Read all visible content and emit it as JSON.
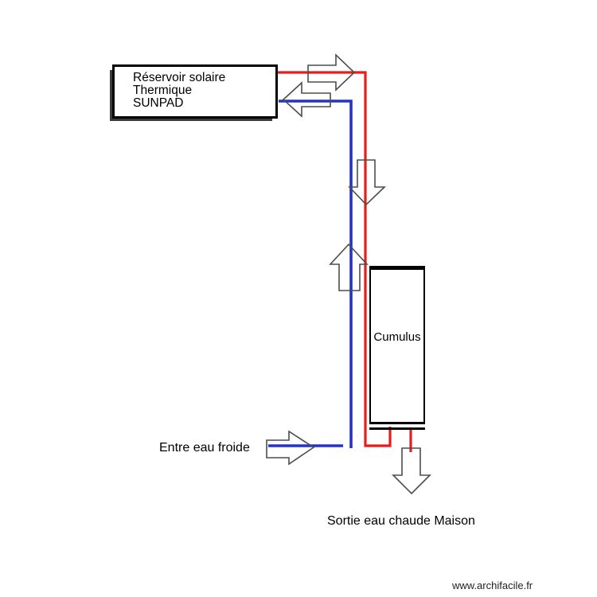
{
  "colors": {
    "background": "#ffffff",
    "hot_pipe": "#e81c1c",
    "cold_pipe": "#2334c8",
    "arrow_outline": "#4d4d4d",
    "box_border": "#000000"
  },
  "labels": {
    "reservoir": {
      "line1": "Réservoir solaire",
      "line2": "Thermique",
      "line3": "SUNPAD"
    },
    "cumulus": "Cumulus",
    "cold_inlet": "Entre eau froide",
    "hot_outlet": "Sortie eau chaude Maison",
    "watermark": "www.archifacile.fr"
  },
  "arrows": [
    {
      "name": "hot-flow-right-arrow-icon",
      "direction": "right",
      "on": "hot pipe leaving reservoir"
    },
    {
      "name": "cold-return-left-arrow-icon",
      "direction": "left",
      "on": "cold pipe entering reservoir"
    },
    {
      "name": "hot-flow-down-arrow-icon",
      "direction": "down",
      "on": "hot vertical pipe"
    },
    {
      "name": "cold-flow-up-arrow-icon",
      "direction": "up",
      "on": "cold vertical pipe"
    },
    {
      "name": "cold-inlet-right-arrow-icon",
      "direction": "right",
      "on": "cold water inlet"
    },
    {
      "name": "hot-outlet-down-arrow-icon",
      "direction": "down",
      "on": "hot water outlet to house"
    }
  ]
}
